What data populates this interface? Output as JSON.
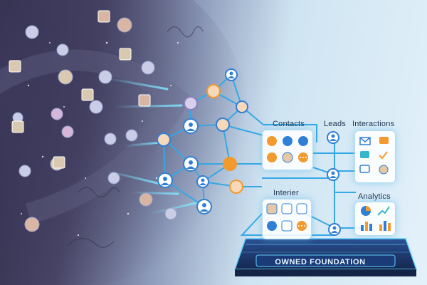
{
  "labels": {
    "contacts": "Contacts",
    "leads": "Leads",
    "interactions": "Interactions",
    "interier": "Interier",
    "analytics": "Analytics"
  },
  "foundation": {
    "title": "OWNED FOUNDATION"
  },
  "colors": {
    "node_blue": "#2f7fd6",
    "node_orange": "#f29a2e",
    "line_blue": "#35a8e6",
    "glow": "#5fd0ff",
    "platform": "#1f3e7a"
  },
  "icons": {
    "contacts_tiles": [
      "user-icon",
      "user-icon",
      "user-icon",
      "photo-avatar",
      "photo-avatar",
      "more-icon"
    ],
    "interier_tiles": [
      "photo-avatar",
      "user-icon",
      "user-icon",
      "user-icon",
      "calendar-icon",
      "more-icon"
    ],
    "interactions_items": [
      "mail-icon",
      "chat-icon",
      "chat-icon",
      "check-icon",
      "chat-icon",
      "photo-avatar"
    ],
    "analytics_items": [
      "pie-chart-icon",
      "line-chart-icon",
      "bar-chart-icon",
      "bar-chart-icon"
    ]
  }
}
